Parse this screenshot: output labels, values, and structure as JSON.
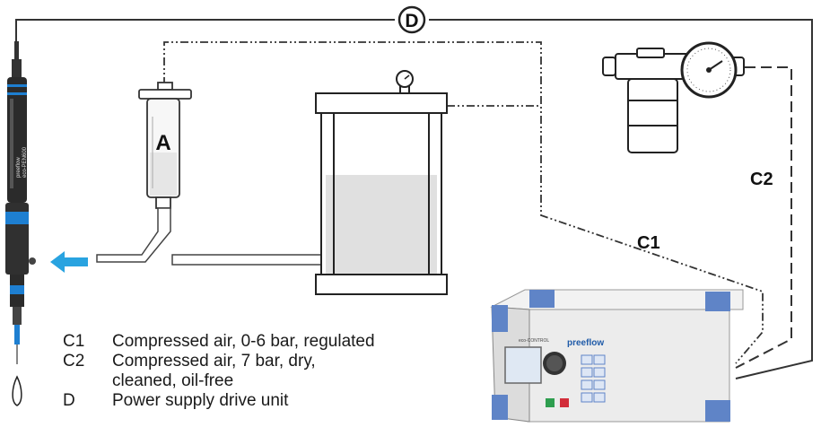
{
  "labels": {
    "a": "A",
    "c1": "C1",
    "c2": "C2",
    "d": "D",
    "brand": "preeflow",
    "dispenser_model": "eco-PEN600",
    "controller_name": "eco-CONTROL"
  },
  "legend": [
    {
      "code": "C1",
      "lines": [
        "Compressed air, 0-6 bar, regulated"
      ]
    },
    {
      "code": "C2",
      "lines": [
        "Compressed air, 7 bar, dry,",
        "cleaned, oil-free"
      ]
    },
    {
      "code": "D",
      "lines": [
        "Power supply drive unit"
      ]
    }
  ],
  "colors": {
    "line": "#333333",
    "pen_body": "#2b2b2b",
    "pen_accent": "#1e7fd1",
    "flow_arrow": "#29a3e0",
    "controller_accent": "#5f84c7",
    "controller_body": "#eeeeee",
    "fluid": "#e0e0e0"
  },
  "icons": [
    "flow-arrow-icon",
    "pressure-gauge-icon",
    "dial-icon"
  ]
}
